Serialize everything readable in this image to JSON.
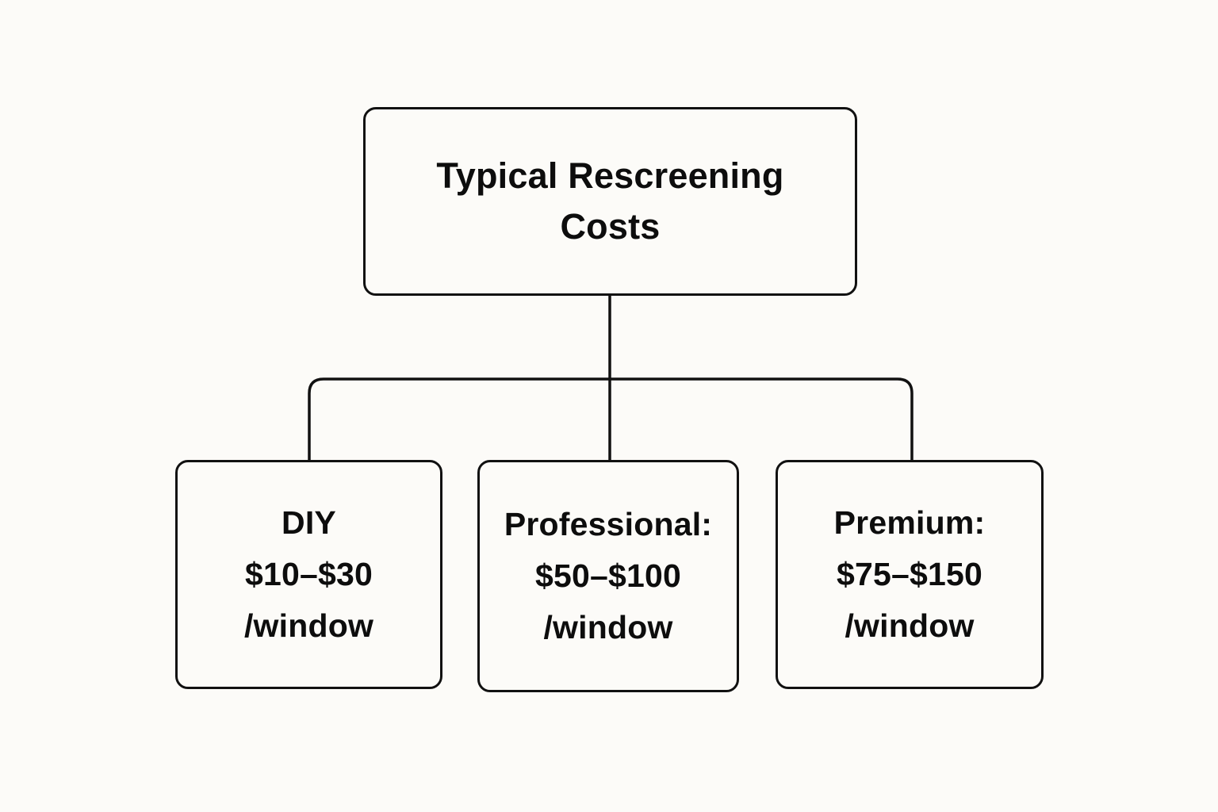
{
  "title": "Typical Rescreening Costs",
  "colors": {
    "bg": "#fcfbf8",
    "line": "#111111",
    "text": "#0d0d0d",
    "node-bg": "#fcfbf8"
  },
  "children": [
    {
      "name": "DIY",
      "price": "$10–$30",
      "unit": "/window"
    },
    {
      "name": "Professional:",
      "price": "$50–$100",
      "unit": "/window"
    },
    {
      "name": "Premium:",
      "price": "$75–$150",
      "unit": "/window"
    }
  ]
}
